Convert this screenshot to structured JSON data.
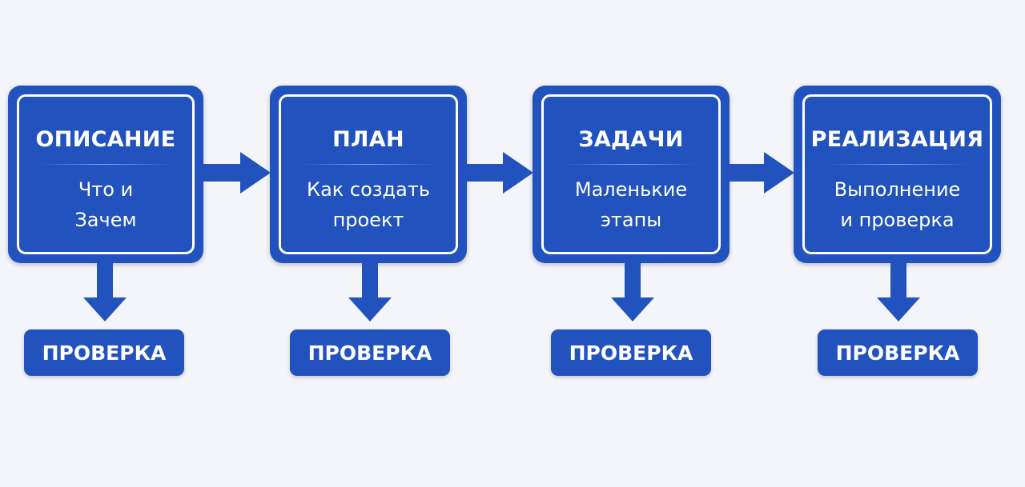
{
  "colors": {
    "primary": "#2152be",
    "background": "#f3f5fa"
  },
  "steps": [
    {
      "title": "ОПИСАНИЕ",
      "lines": [
        "Что и",
        "Зачем"
      ],
      "check": "ПРОВЕРКА"
    },
    {
      "title": "ПЛАН",
      "lines": [
        "Как создать",
        "проект"
      ],
      "check": "ПРОВЕРКА"
    },
    {
      "title": "ЗАДАЧИ",
      "lines": [
        "Маленькие",
        "этапы"
      ],
      "check": "ПРОВЕРКА"
    },
    {
      "title": "РЕАЛИЗАЦИЯ",
      "lines": [
        "Выполнение",
        "и проверка"
      ],
      "check": "ПРОВЕРКА"
    }
  ]
}
